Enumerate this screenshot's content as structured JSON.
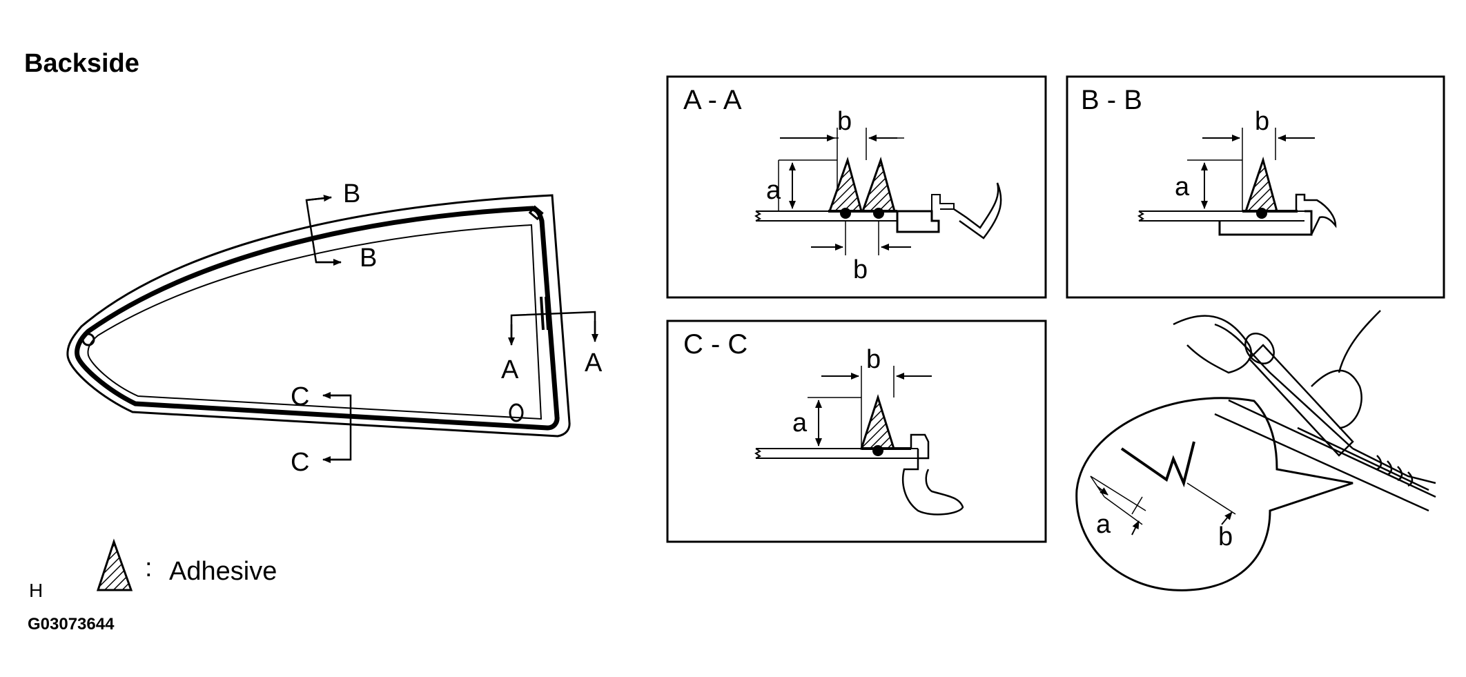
{
  "heading": "Backside",
  "glass_view": {
    "section_marks": {
      "a": "A",
      "b": "B",
      "c": "C"
    }
  },
  "sections": [
    {
      "title": "A - A",
      "dim_a": "a",
      "dim_b": "b"
    },
    {
      "title": "B - B",
      "dim_a": "a",
      "dim_b": "b"
    },
    {
      "title": "C - C",
      "dim_a": "a",
      "dim_b": "b"
    }
  ],
  "application_detail": {
    "dim_a": "a",
    "dim_b": "b"
  },
  "legend": {
    "separator": ":",
    "label": "Adhesive"
  },
  "corner_mark": "H",
  "figure_code": "G03073644"
}
